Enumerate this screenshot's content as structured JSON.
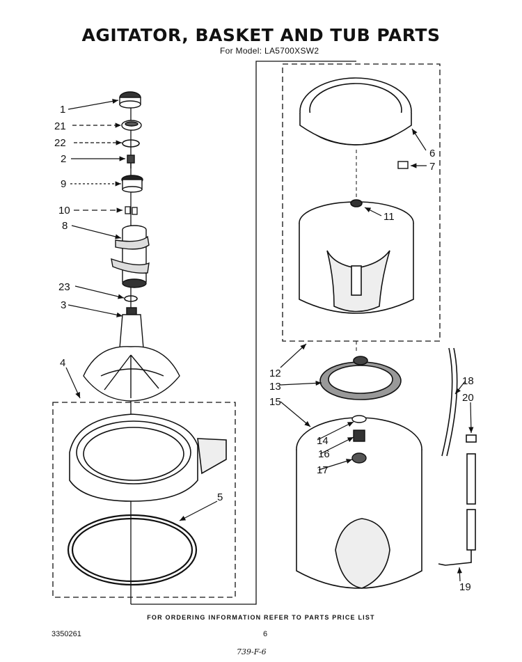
{
  "diagram": {
    "title": "AGITATOR, BASKET AND TUB PARTS",
    "subtitle": "For Model: LA5700XSW2",
    "footer_note": "FOR ORDERING INFORMATION REFER TO PARTS PRICE LIST",
    "doc_number": "3350261",
    "page_number": "6",
    "handwritten_note": "739-F-6",
    "callouts": [
      "1",
      "21",
      "22",
      "2",
      "9",
      "10",
      "8",
      "23",
      "3",
      "4",
      "5",
      "6",
      "7",
      "11",
      "12",
      "13",
      "15",
      "14",
      "16",
      "17",
      "18",
      "20",
      "19"
    ]
  }
}
